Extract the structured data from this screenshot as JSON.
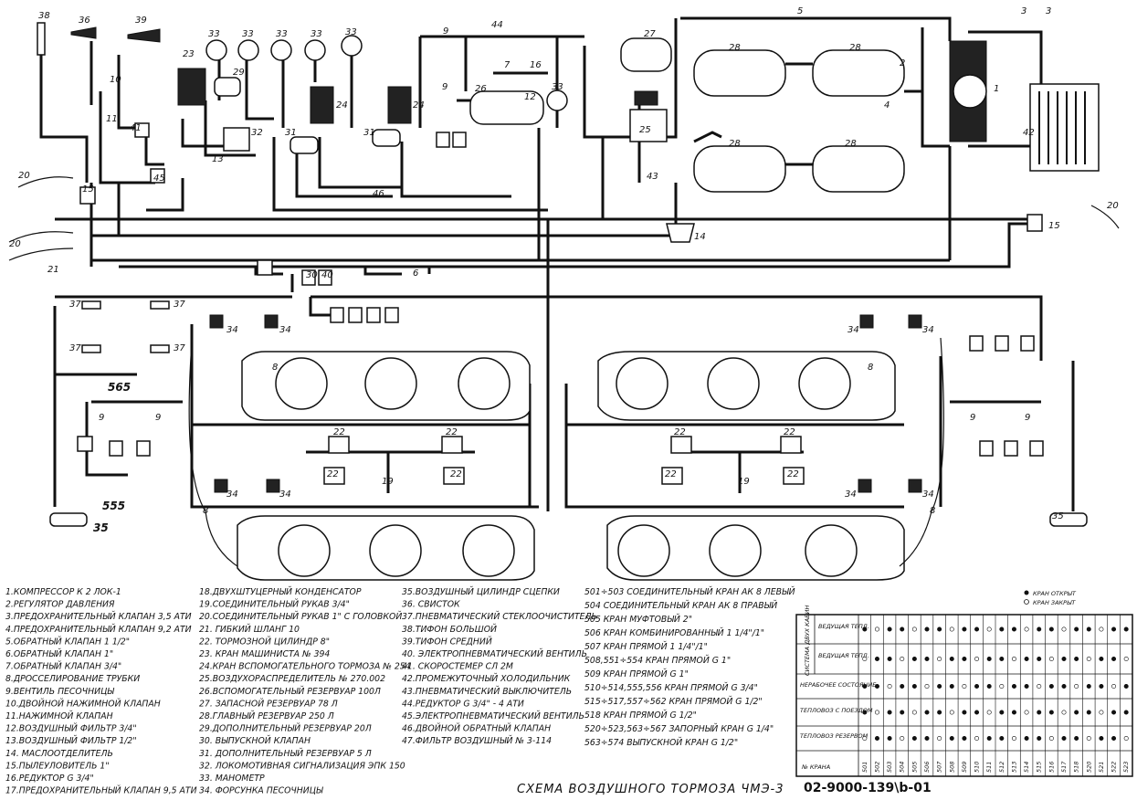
{
  "title": "СХЕМА ВОЗДУШНОГО ТОРМОЗА ЧМЭ-3",
  "doc_number": "02-9000-139\\b-01",
  "legend_col1": [
    "1.КОМПРЕССОР К 2 ЛОК-1",
    "2.РЕГУЛЯТОР ДАВЛЕНИЯ",
    "3.ПРЕДОХРАНИТЕЛЬНЫЙ КЛАПАН 3,5 АТИ",
    "4.ПРЕДОХРАНИТЕЛЬНЫЙ КЛАПАН 9,2 АТИ",
    "5.ОБРАТНЫЙ КЛАПАН 1 1/2\"",
    "6.ОБРАТНЫЙ КЛАПАН 1\"",
    "7.ОБРАТНЫЙ КЛАПАН 3/4\"",
    "8.ДРОССЕЛИРОВАНИЕ ТРУБКИ",
    "9.ВЕНТИЛЬ ПЕСОЧНИЦЫ",
    "10.ДВОЙНОЙ НАЖИМНОЙ КЛАПАН",
    "11.НАЖИМНОЙ КЛАПАН",
    "12.ВОЗДУШНЫЙ ФИЛЬТР 3/4\"",
    "13.ВОЗДУШНЫЙ ФИЛЬТР 1/2\"",
    "14. МАСЛООТДЕЛИТЕЛЬ",
    "15.ПЫЛЕУЛОВИТЕЛЬ 1\"",
    "16.РЕДУКТОР G 3/4\"",
    "17.ПРЕДОХРАНИТЕЛЬНЫЙ КЛАПАН 9,5 АТИ"
  ],
  "legend_col2": [
    "18.ДВУХШТУЦЕРНЫЙ КОНДЕНСАТОР",
    "19.СОЕДИНИТЕЛЬНЫЙ РУКАВ 3/4\"",
    "20.СОЕДИНИТЕЛЬНЫЙ РУКАВ 1\" С ГОЛОВКОЙ",
    "21. ГИБКИЙ ШЛАНГ 10",
    "22. ТОРМОЗНОЙ ЦИЛИНДР 8\"",
    "23. КРАН МАШИНИСТА № 394",
    "24.КРАН ВСПОМОГАТЕЛЬНОГО ТОРМОЗА № 254",
    "25.ВОЗДУХОРАСПРЕДЕЛИТЕЛЬ № 270.002",
    "26.ВСПОМОГАТЕЛЬНЫЙ РЕЗЕРВУАР 100Л",
    "27. ЗАПАСНОЙ РЕЗЕРВУАР 78 Л",
    "28.ГЛАВНЫЙ РЕЗЕРВУАР 250 Л",
    "29.ДОПОЛНИТЕЛЬНЫЙ РЕЗЕРВУАР 20Л",
    "30. ВЫПУСКНОЙ КЛАПАН",
    "31. ДОПОЛНИТЕЛЬНЫЙ РЕЗЕРВУАР 5 Л",
    "32. ЛОКОМОТИВНАЯ СИГНАЛИЗАЦИЯ ЭПК 150",
    "33. МАНОМЕТР",
    "34. ФОРСУНКА ПЕСОЧНИЦЫ"
  ],
  "legend_col3": [
    "35.ВОЗДУШНЫЙ ЦИЛИНДР СЦЕПКИ",
    "36. СВИСТОК",
    "37.ПНЕВМАТИЧЕСКИЙ СТЕКЛООЧИСТИТЕЛЬ",
    "38.ТИФОН БОЛЬШОЙ",
    "39.ТИФОН СРЕДНИЙ",
    "40. ЭЛЕКТРОПНЕВМАТИЧЕСКИЙ ВЕНТИЛЬ",
    "41. СКОРОСТЕМЕР СЛ 2М",
    "42.ПРОМЕЖУТОЧНЫЙ ХОЛОДИЛЬНИК",
    "43.ПНЕВМАТИЧЕСКИЙ ВЫКЛЮЧИТЕЛЬ",
    "44.РЕДУКТОР G 3/4\" - 4 АТИ",
    "45.ЭЛЕКТРОПНЕВМАТИЧЕСКИЙ ВЕНТИЛЬ",
    "46.ДВОЙНОЙ ОБРАТНЫЙ КЛАПАН",
    "47.ФИЛЬТР ВОЗДУШНЫЙ № 3-114"
  ],
  "legend_col4": [
    "501÷503 СОЕДИНИТЕЛЬНЫЙ КРАН АК 8 ЛЕВЫЙ",
    "504 СОЕДИНИТЕЛЬНЫЙ КРАН АК 8 ПРАВЫЙ",
    "505 КРАН МУФТОВЫЙ 2\"",
    "506 КРАН КОМБИНИРОВАННЫЙ 1 1/4\"/1\"",
    "507 КРАН ПРЯМОЙ 1 1/4\"/1\"",
    "508,551÷554 КРАН ПРЯМОЙ G 1\"",
    "509 КРАН ПРЯМОЙ G 1\"",
    "510÷514,555,556 КРАН ПРЯМОЙ G 3/4\"",
    "515÷517,557÷562 КРАН ПРЯМОЙ G 1/2\"",
    "518 КРАН ПРЯМОЙ G 1/2\"",
    "520÷523,563÷567 ЗАПОРНЫЙ КРАН G 1/4\"",
    "563÷574 ВЫПУСКНОЙ КРАН G 1/2\""
  ],
  "table": {
    "key_open": "КРАН ОТКРЫТ",
    "key_closed": "КРАН ЗАКРЫТ",
    "group_label": "СИСТЕМА ДВУХ КАБИН",
    "rows": [
      "ВЕДУЩАЯ ТЕПЛ.",
      "ВЕДУЩАЯ ТЕПЛ.",
      "НЕРАБОЧЕЕ СОСТОЯНИЕ",
      "ТЕПЛОВОЗ С ПОЕЗДОМ",
      "ТЕПЛОВОЗ РЕЗЕРВОМ"
    ],
    "footer_label": "№ КРАНА",
    "columns": [
      "501",
      "502",
      "503",
      "504",
      "505",
      "506",
      "507",
      "508",
      "509",
      "510",
      "511",
      "512",
      "513",
      "514",
      "515",
      "516",
      "517",
      "518",
      "520",
      "521",
      "522",
      "523"
    ]
  },
  "labels": {
    "n1": "1",
    "n2": "2",
    "n3": "3",
    "n4": "4",
    "n5": "5",
    "n6": "6",
    "n7": "7",
    "n8": "8",
    "n9": "9",
    "n10": "10",
    "n11": "11",
    "n12": "12",
    "n13": "13",
    "n14": "14",
    "n15": "15",
    "n16": "16",
    "n19": "19",
    "n20": "20",
    "n21": "21",
    "n22": "22",
    "n23": "23",
    "n24": "24",
    "n25": "25",
    "n26": "26",
    "n27": "27",
    "n28": "28",
    "n29": "29",
    "n30": "30",
    "n31": "31",
    "n32": "32",
    "n33": "33",
    "n34": "34",
    "n35": "35",
    "n36": "36",
    "n37": "37",
    "n38": "38",
    "n39": "39",
    "n40": "40",
    "n41": "41",
    "n42": "42",
    "n43": "43",
    "n44": "44",
    "n45": "45",
    "n46": "46",
    "n565": "565",
    "n555": "555"
  }
}
